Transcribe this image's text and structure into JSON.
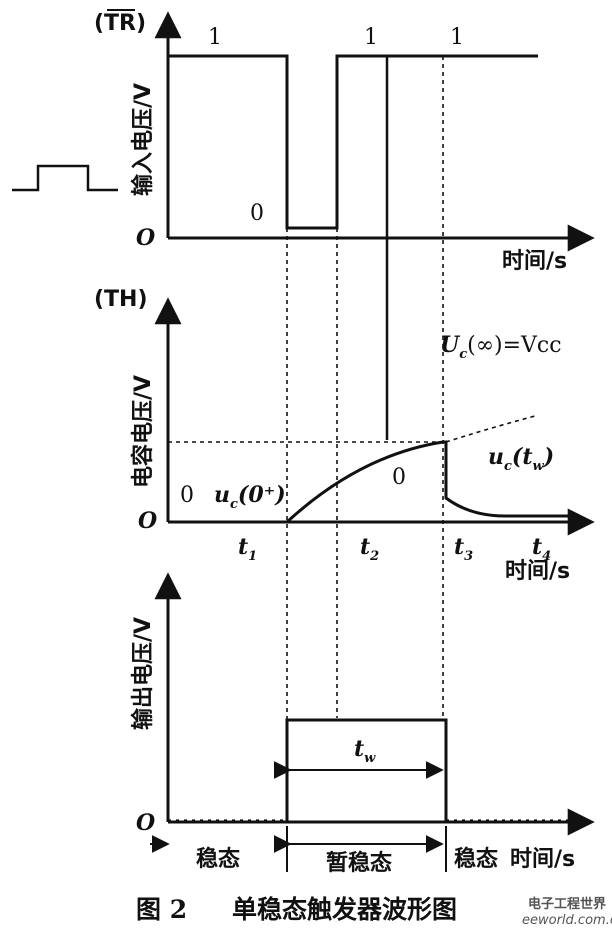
{
  "caption": {
    "figure_no": "图 2",
    "title": "单稳态触发器波形图"
  },
  "panel_trigger": {
    "pin": "(TR)",
    "ylabel": "输入电压/V",
    "xlabel": "时间/s",
    "origin": "O",
    "levels": [
      "1",
      "0",
      "1",
      "1"
    ]
  },
  "panel_threshold": {
    "pin": "(TH)",
    "ylabel": "电容电压/V",
    "xlabel": "时间/s",
    "origin": "O",
    "asymptote": {
      "sym": "U",
      "sub": "c",
      "rest": "(∞)=Vcc"
    },
    "uc0": {
      "sym": "u",
      "sub": "c",
      "rest": "(0⁺)"
    },
    "uctw": {
      "sym": "u",
      "sub": "c",
      "rest": "(t",
      "rest_sub": "w",
      "close": ")"
    },
    "zero_left": "0",
    "zero_mid": "0",
    "times": [
      {
        "t": "t",
        "sub": "1"
      },
      {
        "t": "t",
        "sub": "2"
      },
      {
        "t": "t",
        "sub": "3"
      },
      {
        "t": "t",
        "sub": "4"
      }
    ]
  },
  "panel_output": {
    "ylabel": "输出电压/V",
    "xlabel": "时间/s",
    "origin": "O",
    "pulse_width": {
      "t": "t",
      "sub": "w"
    },
    "states": [
      "稳态",
      "暂稳态",
      "稳态"
    ]
  },
  "watermark": {
    "brand": "电子工程世界",
    "site": "eeworld.com.cn"
  }
}
